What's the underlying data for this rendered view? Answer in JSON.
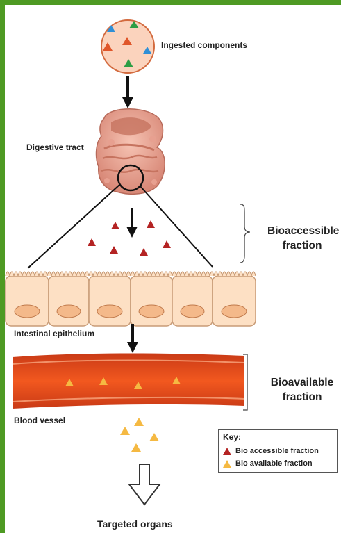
{
  "labels": {
    "ingested": "Ingested components",
    "digestive": "Digestive tract",
    "bioaccessible_line1": "Bioaccessible",
    "bioaccessible_line2": "fraction",
    "epithelium": "Intestinal epithelium",
    "bioavailable_line1": "Bioavailable",
    "bioavailable_line2": "fraction",
    "blood_vessel": "Blood vessel",
    "targeted": "Targeted organs"
  },
  "key": {
    "title": "Key:",
    "items": [
      {
        "label": "Bio accessible fraction",
        "color": "#b42323"
      },
      {
        "label": "Bio available fraction",
        "color": "#f5b942"
      }
    ]
  },
  "colors": {
    "frame": "#4e9a23",
    "circle_fill": "#fbd3bd",
    "circle_stroke": "#d36a3e",
    "red_triangle": "#e0562a",
    "dark_red_triangle": "#b42323",
    "green_triangle": "#2e9e45",
    "blue_triangle": "#2f8fd6",
    "yellow_triangle": "#f5b942",
    "vessel": "#e34a1f",
    "cell_fill": "#fde0c4",
    "cell_stroke": "#c89b76",
    "nucleus": "#f4b98a"
  }
}
